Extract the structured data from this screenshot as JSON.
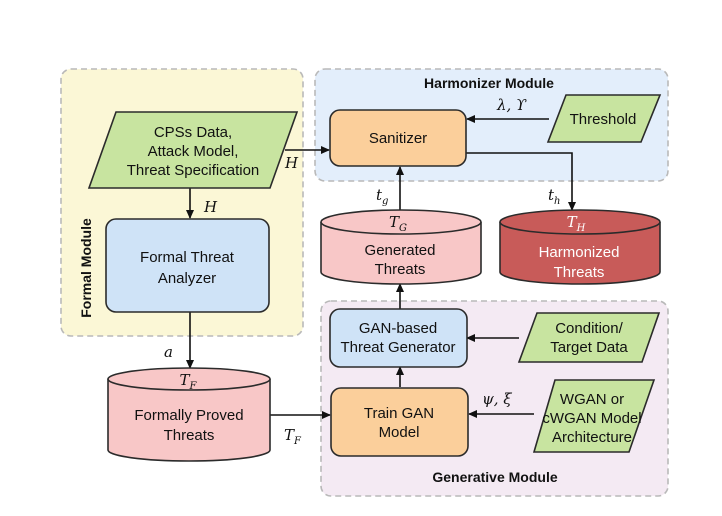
{
  "modules": {
    "formal": {
      "title": "Formal Module",
      "fill": "#fbf7d6",
      "stroke": "#b9b9b9"
    },
    "harmonizer": {
      "title": "Harmonizer Module",
      "fill": "#e3eefb",
      "stroke": "#b9b9b9"
    },
    "generative": {
      "title": "Generative Module",
      "fill": "#f4eaf3",
      "stroke": "#b9b9b9"
    }
  },
  "nodes": {
    "cps_data": {
      "lines": [
        "CPSs Data,",
        "Attack Model,",
        "Threat Specification"
      ],
      "shape": "parallelogram",
      "fill": "#c8e4a0",
      "stroke": "#2b2b2b"
    },
    "formal_analyzer": {
      "lines": [
        "Formal Threat",
        "Analyzer"
      ],
      "shape": "rounded-rect",
      "fill": "#cfe3f7",
      "stroke": "#2b2b2b"
    },
    "formally_proved": {
      "lines": [
        "Formally Proved",
        "Threats"
      ],
      "symbol": "T",
      "sub": "F",
      "shape": "cylinder",
      "fill": "#f8c7c7",
      "stroke": "#2b2b2b"
    },
    "sanitizer": {
      "lines": [
        "Sanitizer"
      ],
      "shape": "rounded-rect",
      "fill": "#fbcf9b",
      "stroke": "#2b2b2b"
    },
    "threshold": {
      "lines": [
        "Threshold"
      ],
      "shape": "parallelogram",
      "fill": "#c8e4a0",
      "stroke": "#2b2b2b"
    },
    "generated": {
      "lines": [
        "Generated",
        "Threats"
      ],
      "symbol": "T",
      "sub": "G",
      "shape": "cylinder",
      "fill": "#f8c7c7",
      "stroke": "#2b2b2b"
    },
    "harmonized": {
      "lines": [
        "Harmonized",
        "Threats"
      ],
      "symbol": "T",
      "sub": "H",
      "shape": "cylinder",
      "fill": "#c85b59",
      "stroke": "#2b2b2b",
      "text_color": "#ffffff"
    },
    "gan_generator": {
      "lines": [
        "GAN-based",
        "Threat Generator"
      ],
      "shape": "rounded-rect",
      "fill": "#cfe3f7",
      "stroke": "#2b2b2b"
    },
    "condition": {
      "lines": [
        "Condition/",
        "Target Data"
      ],
      "shape": "parallelogram",
      "fill": "#c8e4a0",
      "stroke": "#2b2b2b"
    },
    "train_gan": {
      "lines": [
        "Train GAN",
        "Model"
      ],
      "shape": "rounded-rect",
      "fill": "#fbcf9b",
      "stroke": "#2b2b2b"
    },
    "wgan": {
      "lines": [
        "WGAN or",
        "cWGAN Model",
        "Architecture"
      ],
      "shape": "parallelogram",
      "fill": "#c8e4a0",
      "stroke": "#2b2b2b"
    }
  },
  "edge_labels": {
    "h_to_sanitizer": "H",
    "h_to_analyzer": "H",
    "lambda_upsilon": "λ, ϒ",
    "t_g": {
      "base": "t",
      "sub": "g"
    },
    "t_h": {
      "base": "t",
      "sub": "h"
    },
    "a": "a",
    "psi_xi": "ψ, ξ",
    "t_f": {
      "base": "T",
      "sub": "F"
    }
  }
}
